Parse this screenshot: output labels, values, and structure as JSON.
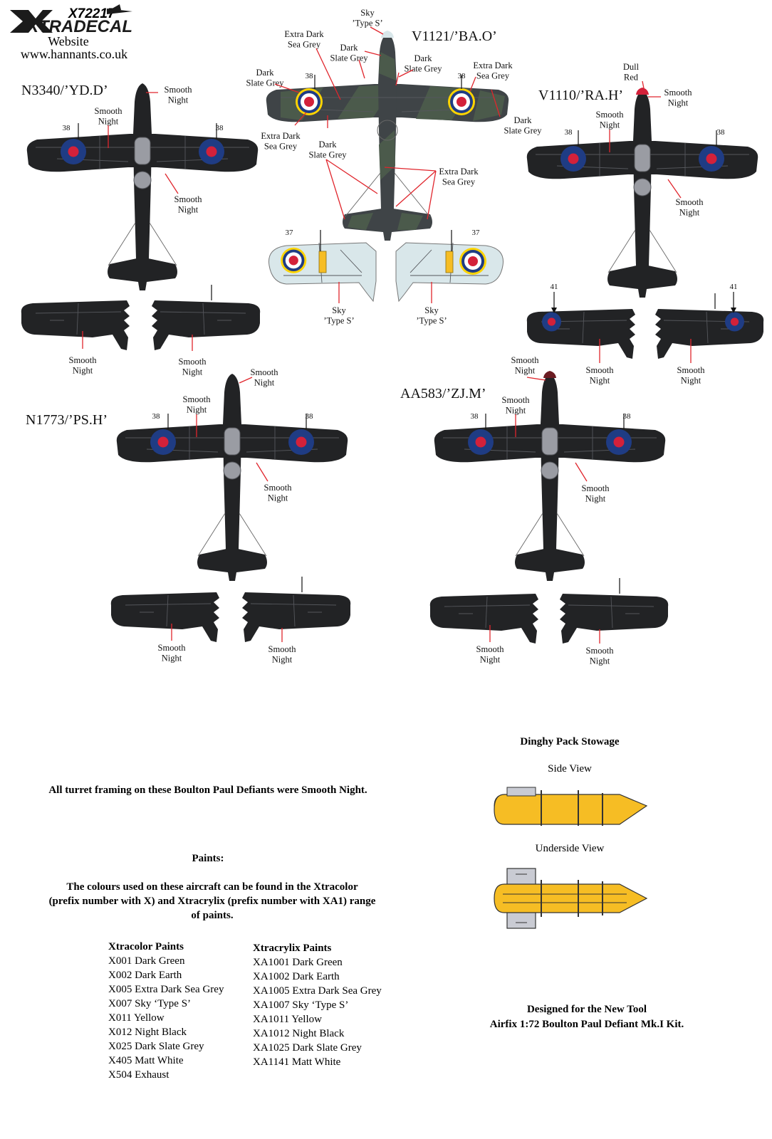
{
  "header": {
    "product_code": "X72217",
    "brand": "XTRADECAL",
    "website_label": "Website",
    "website_url": "www.hannants.co.uk"
  },
  "aircraft": {
    "n3340": {
      "code": "N3340/’YD.D’",
      "roundel": "38",
      "nose": "Smooth\nNight",
      "wing_top": "Smooth\nNight",
      "wing_right": "Smooth\nNight",
      "under_left": "Smooth\nNight",
      "under_right": "Smooth\nNight"
    },
    "v1121": {
      "code": "V1121/’BA.O’",
      "roundel": "38",
      "roundel_under": "37",
      "spinner": "Sky\n’Type S’",
      "l_edsg_top": "Extra Dark\nSea Grey",
      "l_dsg_top": "Dark\nSlate Grey",
      "c_dsg": "Dark\nSlate Grey",
      "r_dsg_top": "Dark\nSlate Grey",
      "r_edsg_top": "Extra Dark\nSea Grey",
      "r_dsg_low": "Dark\nSlate Grey",
      "l_edsg_low": "Extra Dark\nSea Grey",
      "l_dsg_low": "Dark\nSlate Grey",
      "r_edsg_tail": "Extra Dark\nSea Grey",
      "under_left": "Sky\n’Type S’",
      "under_right": "Sky\n’Type S’"
    },
    "v1110": {
      "code": "V1110/’RA.H’",
      "roundel": "38",
      "roundel_under": "41",
      "spinner": "Dull\nRed",
      "nose": "Smooth\nNight",
      "wing_top": "Smooth\nNight",
      "wing_right": "Smooth\nNight",
      "under_left": "Smooth\nNight",
      "under_right": "Smooth\nNight"
    },
    "n1773": {
      "code": "N1773/’PS.H’",
      "roundel": "38",
      "nose": "Smooth\nNight",
      "wing_top": "Smooth\nNight",
      "wing_right": "Smooth\nNight",
      "under_left": "Smooth\nNight",
      "under_right": "Smooth\nNight"
    },
    "aa583": {
      "code": "AA583/’ZJ.M’",
      "roundel": "38",
      "nose": "Smooth\nNight",
      "wing_top": "Smooth\nNight",
      "wing_right": "Smooth\nNight",
      "under_left": "Smooth\nNight",
      "under_right": "Smooth\nNight"
    }
  },
  "turret_note": "All turret framing on these Boulton Paul Defiants were Smooth Night.",
  "dinghy": {
    "title": "Dinghy Pack Stowage",
    "side": "Side View",
    "under": "Underside View"
  },
  "paints": {
    "heading": "Paints:",
    "intro": [
      "The colours used on these aircraft can be found in the Xtracolor",
      "(prefix number with X) and Xtracrylix (prefix number with XA1) range",
      "of paints."
    ],
    "xtracolor": {
      "title": "Xtracolor Paints",
      "items": [
        "X001 Dark Green",
        "X002 Dark Earth",
        "X005 Extra Dark Sea Grey",
        "X007 Sky ‘Type S’",
        "X011 Yellow",
        "X012 Night Black",
        "X025 Dark Slate Grey",
        "X405 Matt White",
        "X504 Exhaust"
      ]
    },
    "xtracrylix": {
      "title": "Xtracrylix Paints",
      "items": [
        "XA1001 Dark Green",
        "XA1002 Dark Earth",
        "XA1005 Extra Dark Sea Grey",
        "XA1007 Sky ‘Type S’",
        "XA1011 Yellow",
        "XA1012 Night Black",
        "XA1025 Dark Slate Grey",
        "XA1141 Matt White"
      ]
    }
  },
  "designed_for": [
    "Designed for the New Tool",
    "Airfix 1:72 Boulton Paul Defiant Mk.I Kit."
  ],
  "colors": {
    "smooth_night": "#222325",
    "extra_dark_sea_grey": "#3f4447",
    "dark_slate_grey": "#4b5a4b",
    "sky_type_s": "#d9e7ea",
    "roundel_blue": "#1f3c84",
    "roundel_red": "#d3213a",
    "leader_red": "#e0262d",
    "dinghy_yellow": "#f6bd24"
  }
}
